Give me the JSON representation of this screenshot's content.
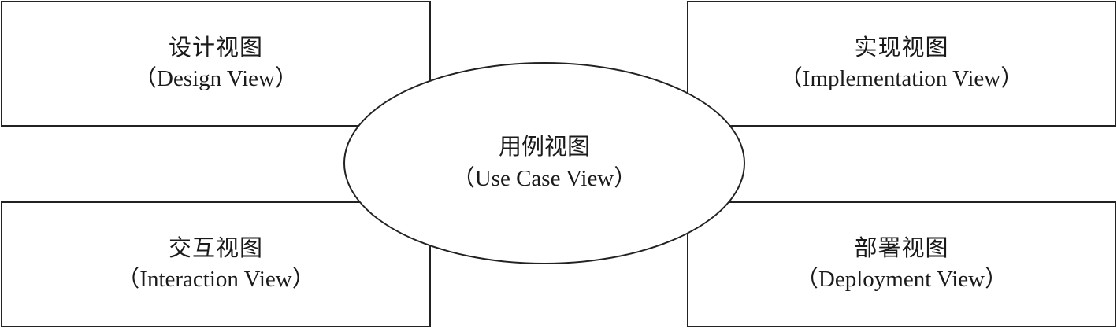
{
  "views": {
    "design": {
      "zh": "设计视图",
      "en": "（Design View）"
    },
    "implementation": {
      "zh": "实现视图",
      "en": "（Implementation View）"
    },
    "use_case": {
      "zh": "用例视图",
      "en": "（Use Case View）"
    },
    "interaction": {
      "zh": "交互视图",
      "en": "（Interaction View）"
    },
    "deployment": {
      "zh": "部署视图",
      "en": "（Deployment View）"
    }
  },
  "colors": {
    "stroke": "#222222",
    "background": "#ffffff",
    "text": "#1a1a1a"
  }
}
